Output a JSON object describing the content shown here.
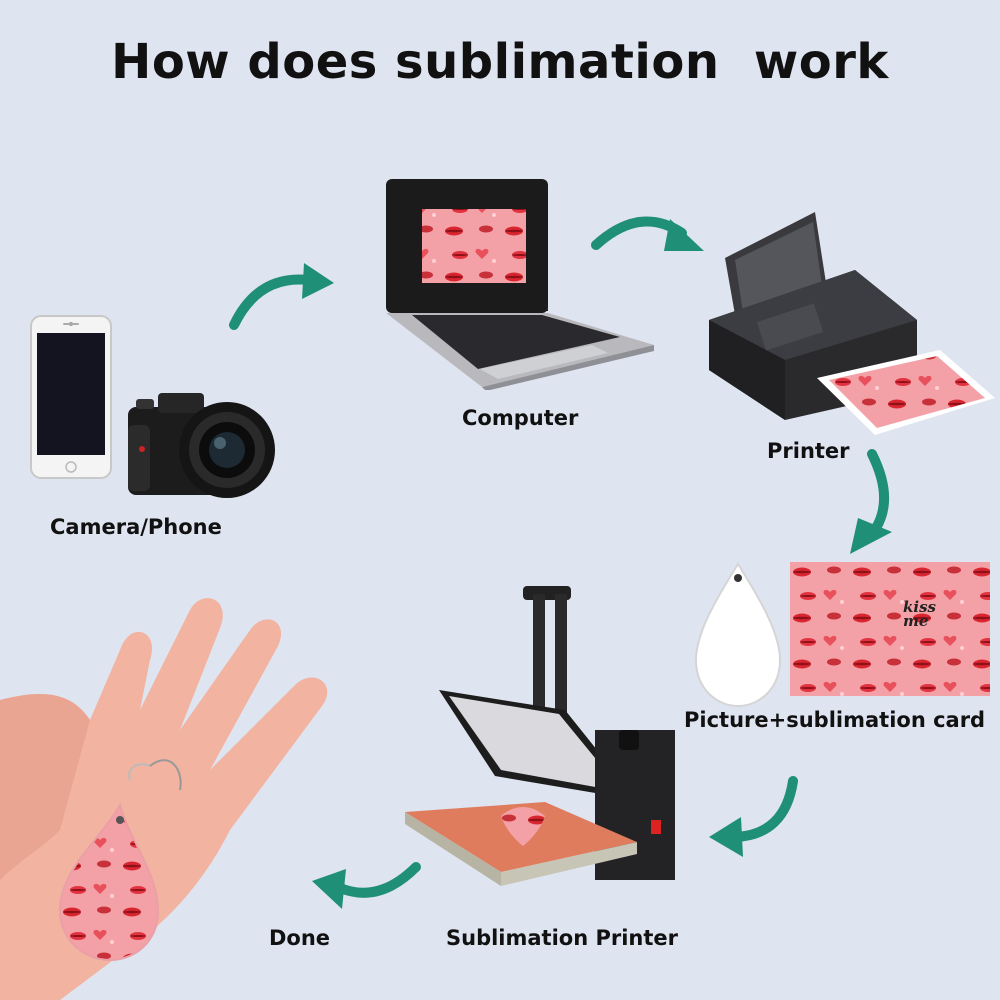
{
  "title": "How does sublimation  work",
  "steps": {
    "camera_phone": {
      "label": "Camera/Phone"
    },
    "computer": {
      "label": "Computer"
    },
    "printer": {
      "label": "Printer"
    },
    "card": {
      "label": "Picture+sublimation card"
    },
    "press": {
      "label": "Sublimation Printer"
    },
    "done": {
      "label": "Done"
    }
  },
  "pattern_text": "kiss me",
  "colors": {
    "background": "#dfe4f1",
    "arrow": "#1f8f78",
    "pattern_pink": "#f3a1a6",
    "lips_red": "#d9252f"
  }
}
